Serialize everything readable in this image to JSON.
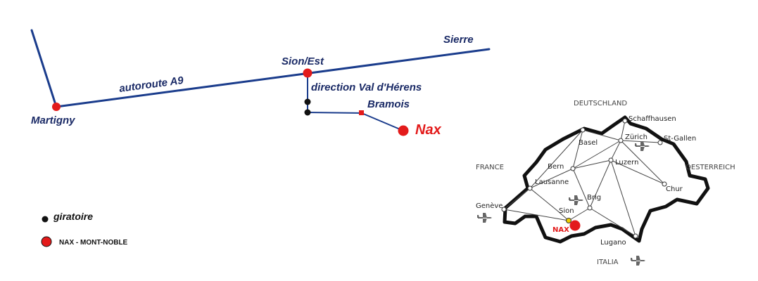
{
  "route_map": {
    "labels": {
      "martigny": "Martigny",
      "autoroute": "autoroute A9",
      "sion_est": "Sion/Est",
      "sierre": "Sierre",
      "direction": "direction Val d'Hérens",
      "bramois": "Bramois",
      "nax": "Nax"
    },
    "colors": {
      "road": "#1a3c8c",
      "stop": "#e31b1b",
      "roundabout": "#111111"
    }
  },
  "legend": {
    "giratoire": "giratoire",
    "nax_mont_noble": "NAX - MONT-NOBLE"
  },
  "swiss_map": {
    "countries": {
      "deutschland": "DEUTSCHLAND",
      "france": "FRANCE",
      "oesterreich": "OESTERREICH",
      "italia": "ITALIA"
    },
    "cities": {
      "schaffhausen": "Schaffhausen",
      "basel": "Basel",
      "zurich": "Zürich",
      "st_gallen": "St-Gallen",
      "bern": "Bern",
      "luzern": "Luzern",
      "lausanne": "Lausanne",
      "chur": "Chur",
      "brig": "Brig",
      "geneve": "Genève",
      "sion": "Sion",
      "lugano": "Lugano",
      "nax": "NAX"
    },
    "icons": [
      "airplane-icon",
      "airplane-icon",
      "airplane-icon",
      "airplane-icon"
    ]
  }
}
